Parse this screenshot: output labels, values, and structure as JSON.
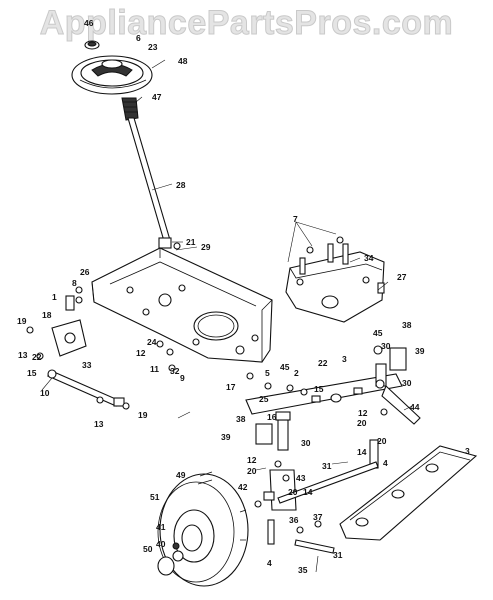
{
  "watermark": "AppliancePartsPros.com",
  "callouts": [
    {
      "id": "c46",
      "label": "46"
    },
    {
      "id": "c6",
      "label": "6"
    },
    {
      "id": "c23",
      "label": "23"
    },
    {
      "id": "c48",
      "label": "48"
    },
    {
      "id": "c47",
      "label": "47"
    },
    {
      "id": "c28",
      "label": "28"
    },
    {
      "id": "c21",
      "label": "21"
    },
    {
      "id": "c29",
      "label": "29"
    },
    {
      "id": "c7",
      "label": "7"
    },
    {
      "id": "c34",
      "label": "34"
    },
    {
      "id": "c27",
      "label": "27"
    },
    {
      "id": "c26",
      "label": "26"
    },
    {
      "id": "c1",
      "label": "1"
    },
    {
      "id": "c8",
      "label": "8"
    },
    {
      "id": "c19a",
      "label": "19"
    },
    {
      "id": "c18",
      "label": "18"
    },
    {
      "id": "c13a",
      "label": "13"
    },
    {
      "id": "c22a",
      "label": "22"
    },
    {
      "id": "c15a",
      "label": "15"
    },
    {
      "id": "c33",
      "label": "33"
    },
    {
      "id": "c24",
      "label": "24"
    },
    {
      "id": "c12a",
      "label": "12"
    },
    {
      "id": "c11",
      "label": "11"
    },
    {
      "id": "c32",
      "label": "32"
    },
    {
      "id": "c9",
      "label": "9"
    },
    {
      "id": "c10",
      "label": "10"
    },
    {
      "id": "c13b",
      "label": "13"
    },
    {
      "id": "c19b",
      "label": "19"
    },
    {
      "id": "c17",
      "label": "17"
    },
    {
      "id": "c5",
      "label": "5"
    },
    {
      "id": "c45a",
      "label": "45"
    },
    {
      "id": "c22b",
      "label": "22"
    },
    {
      "id": "c3a",
      "label": "3"
    },
    {
      "id": "c2",
      "label": "2"
    },
    {
      "id": "c15b",
      "label": "15"
    },
    {
      "id": "c25",
      "label": "25"
    },
    {
      "id": "c45b",
      "label": "45"
    },
    {
      "id": "c38a",
      "label": "38"
    },
    {
      "id": "c30a",
      "label": "30"
    },
    {
      "id": "c39a",
      "label": "39"
    },
    {
      "id": "c30b",
      "label": "30"
    },
    {
      "id": "c16",
      "label": "16"
    },
    {
      "id": "c12b",
      "label": "12"
    },
    {
      "id": "c44",
      "label": "44"
    },
    {
      "id": "c20a",
      "label": "20"
    },
    {
      "id": "c38b",
      "label": "38"
    },
    {
      "id": "c39b",
      "label": "39"
    },
    {
      "id": "c30c",
      "label": "30"
    },
    {
      "id": "c20b",
      "label": "20"
    },
    {
      "id": "c14a",
      "label": "14"
    },
    {
      "id": "c4a",
      "label": "4"
    },
    {
      "id": "c3b",
      "label": "3"
    },
    {
      "id": "c12c",
      "label": "12"
    },
    {
      "id": "c20c",
      "label": "20"
    },
    {
      "id": "c31a",
      "label": "31"
    },
    {
      "id": "c43",
      "label": "43"
    },
    {
      "id": "c49",
      "label": "49"
    },
    {
      "id": "c42",
      "label": "42"
    },
    {
      "id": "c20d",
      "label": "20"
    },
    {
      "id": "c14b",
      "label": "14"
    },
    {
      "id": "c51",
      "label": "51"
    },
    {
      "id": "c4b",
      "label": "4"
    },
    {
      "id": "c36",
      "label": "36"
    },
    {
      "id": "c37",
      "label": "37"
    },
    {
      "id": "c41",
      "label": "41"
    },
    {
      "id": "c40",
      "label": "40"
    },
    {
      "id": "c50",
      "label": "50"
    },
    {
      "id": "c35",
      "label": "35"
    },
    {
      "id": "c31b",
      "label": "31"
    }
  ]
}
